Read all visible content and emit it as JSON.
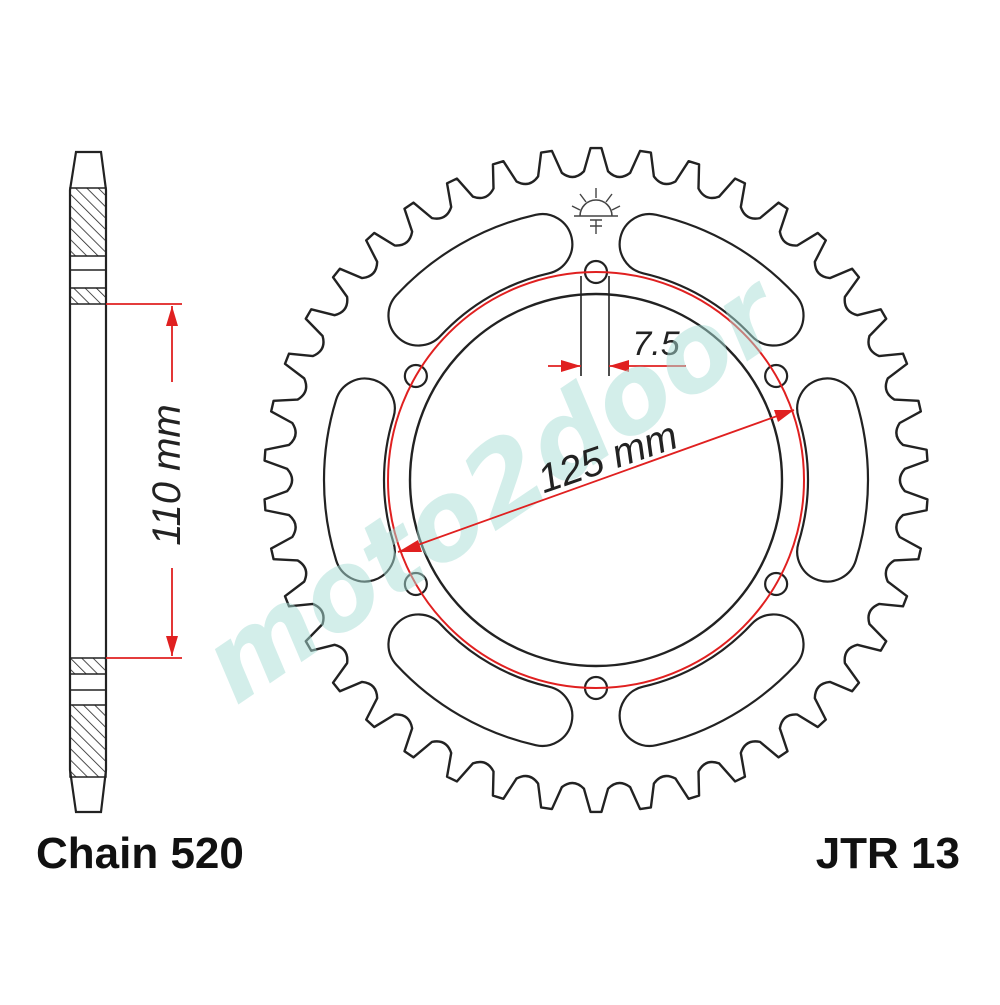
{
  "diagram": {
    "chain_label": "Chain 520",
    "part_number": "JTR 13",
    "dimensions": {
      "bore_diameter": "110 mm",
      "bolt_circle_diameter": "125 mm",
      "bolt_hole_diameter": "7.5"
    },
    "watermark": "moto2door",
    "sprocket": {
      "teeth": 42,
      "bolt_holes": 6,
      "cutouts": 6
    }
  },
  "colors": {
    "outline": "#222222",
    "dimension": "#e02020",
    "watermark": "#a8ddd6"
  },
  "icons": {
    "logo": "jt-logo-icon"
  }
}
